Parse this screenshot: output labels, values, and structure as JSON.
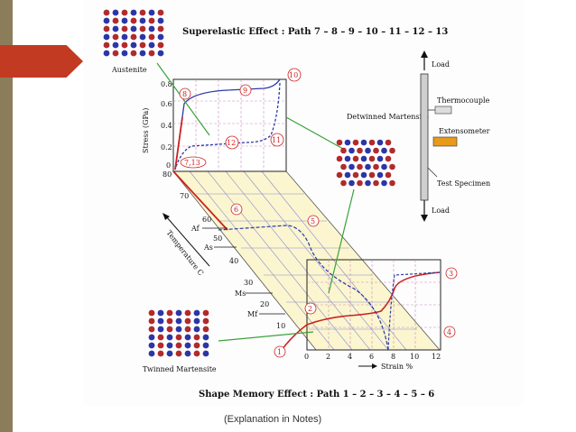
{
  "titles": {
    "superelastic": "Superelastic Effect : Path 7 – 8 – 9 – 10 – 11 – 12 – 13",
    "shape_memory": "Shape Memory Effect : Path 1 – 2 – 3 – 4 – 5 – 6"
  },
  "caption": "(Explanation in Notes)",
  "lattice_labels": {
    "austenite": "Austenite",
    "detwinned": "Detwinned Martensite",
    "twinned": "Twinned Martensite"
  },
  "stress_axis": {
    "label": "Stress (GPa)",
    "ticks": [
      "0",
      "0.2",
      "0.4",
      "0.6",
      "0.8"
    ]
  },
  "temperature_axis": {
    "label": "Temperature C",
    "ticks": [
      "80",
      "70",
      "60",
      "50",
      "40",
      "30",
      "20",
      "10"
    ],
    "markers": [
      "Af",
      "As",
      "Ms",
      "Mf"
    ]
  },
  "strain_axis": {
    "label": "Strain %",
    "ticks": [
      "0",
      "2",
      "4",
      "6",
      "8",
      "10",
      "12"
    ]
  },
  "path_points": [
    "1",
    "2",
    "3",
    "4",
    "5",
    "6",
    "7,13",
    "8",
    "9",
    "10",
    "11",
    "12"
  ],
  "apparatus": {
    "load_top": "Load",
    "thermocouple": "Thermocouple",
    "extensometer": "Extensometer",
    "specimen": "Test Specimen",
    "load_bottom": "Load"
  },
  "colors": {
    "accent_red": "#c23a22",
    "sidebar": "#8c7d5a",
    "atom_red": "#b22a2a",
    "atom_blue": "#2a36a8",
    "plane_fill": "#fbf6cf",
    "grid_pink": "#c88ac0",
    "curve_red": "#cc2222",
    "curve_blue": "#2c3aa6",
    "green_line": "#3aa13a",
    "extensometer": "#e89a1a"
  }
}
